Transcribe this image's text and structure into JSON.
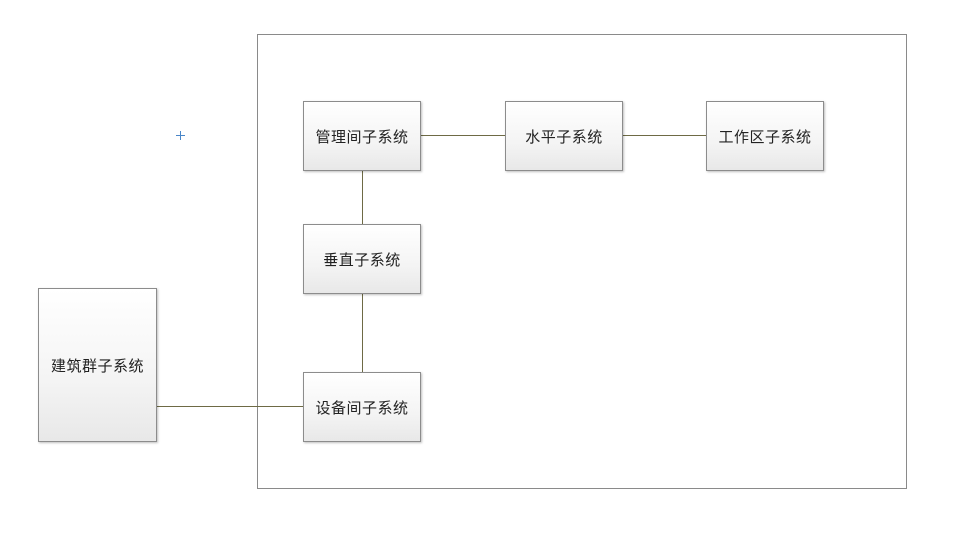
{
  "diagram": {
    "nodes": {
      "management_room": {
        "label": "管理间子系统"
      },
      "horizontal": {
        "label": "水平子系统"
      },
      "work_area": {
        "label": "工作区子系统"
      },
      "vertical": {
        "label": "垂直子系统"
      },
      "equipment_room": {
        "label": "设备间子系统"
      },
      "building_group": {
        "label": "建筑群子系统"
      }
    },
    "edges": [
      {
        "from": "management_room",
        "to": "horizontal"
      },
      {
        "from": "horizontal",
        "to": "work_area"
      },
      {
        "from": "management_room",
        "to": "vertical"
      },
      {
        "from": "vertical",
        "to": "equipment_room"
      },
      {
        "from": "building_group",
        "to": "equipment_room"
      }
    ],
    "colors": {
      "connector": "#6e6a45",
      "node_border": "#8c8c8c",
      "frame_border": "#8a8a8a",
      "marker": "#4a86c8"
    }
  }
}
